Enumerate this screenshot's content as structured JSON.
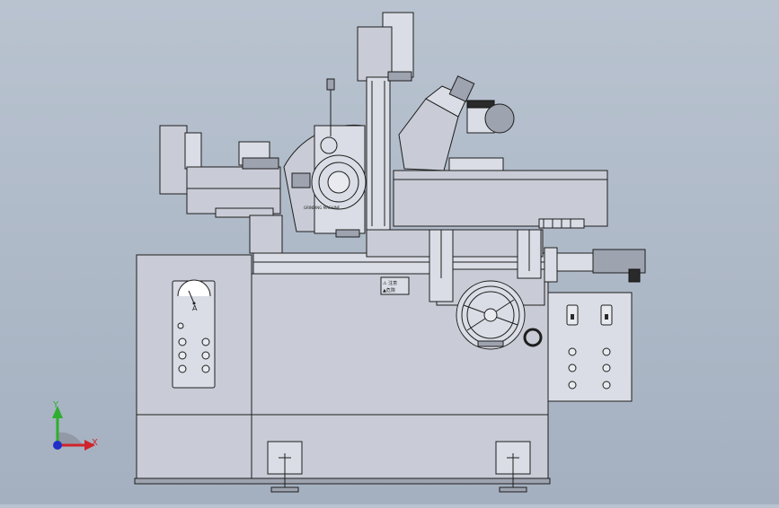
{
  "viewport": {
    "background_top": "#b9c3d0",
    "background_bottom": "#a4b0c0",
    "model_color": "#c9ccd6"
  },
  "triad": {
    "y_label": "Y",
    "x_label": "X",
    "y_color": "#2fae2f",
    "x_color": "#d0232a",
    "z_color": "#2030c8"
  },
  "labels": {
    "ammeter_letter": "A",
    "nameplate_line1": "⚠ 注意",
    "nameplate_line2": "▲危険",
    "wheel_head_brand": "GRINDING MACHINE"
  },
  "icons": [
    "ammeter-gauge-icon",
    "handwheel-icon",
    "selector-switch-icon",
    "push-button-icon",
    "leveling-foot-icon",
    "axis-triad-icon"
  ]
}
